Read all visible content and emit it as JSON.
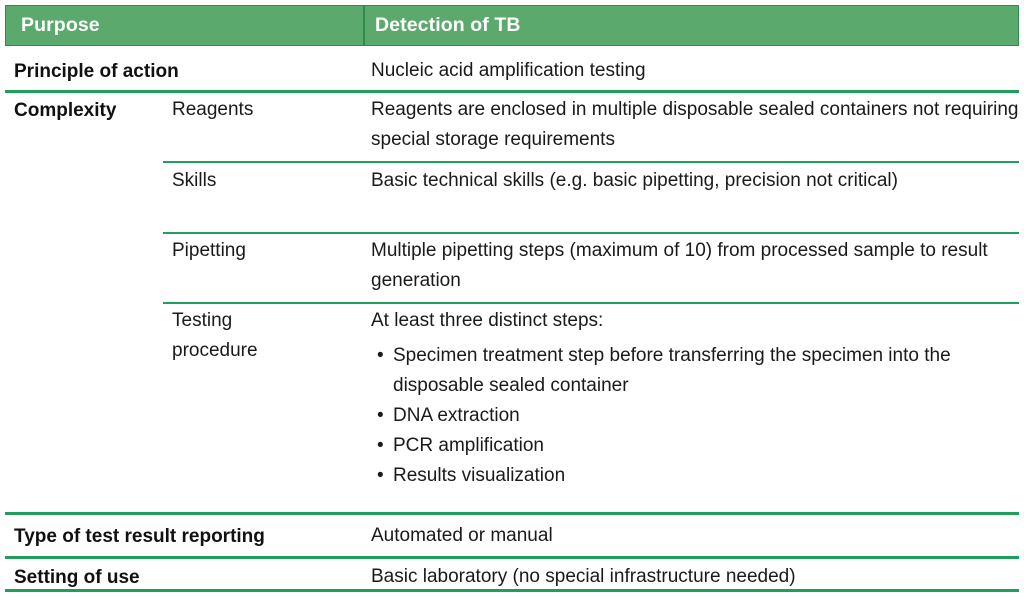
{
  "table": {
    "header": {
      "left_label": "Purpose",
      "right_label": "Detection of TB"
    },
    "colors": {
      "header_background": "#5CA96D",
      "header_border": "#2E8B50",
      "rule": "#1F9E5C",
      "header_text": "#FFFFFF",
      "body_text": "#1A1A1A"
    },
    "rows": {
      "principle": {
        "label": "Principle of action",
        "value": "Nucleic acid amplification testing"
      },
      "complexity": {
        "label": "Complexity",
        "subrows": {
          "reagents": {
            "sub_label": "Reagents",
            "value": "Reagents are enclosed in multiple disposable sealed containers not requiring special storage requirements"
          },
          "skills": {
            "sub_label": "Skills",
            "value": "Basic technical skills (e.g. basic pipetting, precision not critical)"
          },
          "pipetting": {
            "sub_label": "Pipetting",
            "value": "Multiple pipetting steps (maximum of 10) from processed sample to result generation"
          },
          "testing_procedure": {
            "sub_label_line1": "Testing",
            "sub_label_line2": "procedure",
            "intro": "At least three distinct steps:",
            "bullet_marker": "•",
            "bullets": [
              "Specimen treatment step before transferring the specimen into the disposable sealed container",
              "DNA extraction",
              "PCR amplification",
              "Results visualization"
            ]
          }
        }
      },
      "reporting": {
        "label": "Type of test result reporting",
        "value": "Automated or manual"
      },
      "setting": {
        "label": "Setting of use",
        "value": "Basic laboratory (no special infrastructure needed)"
      }
    }
  }
}
